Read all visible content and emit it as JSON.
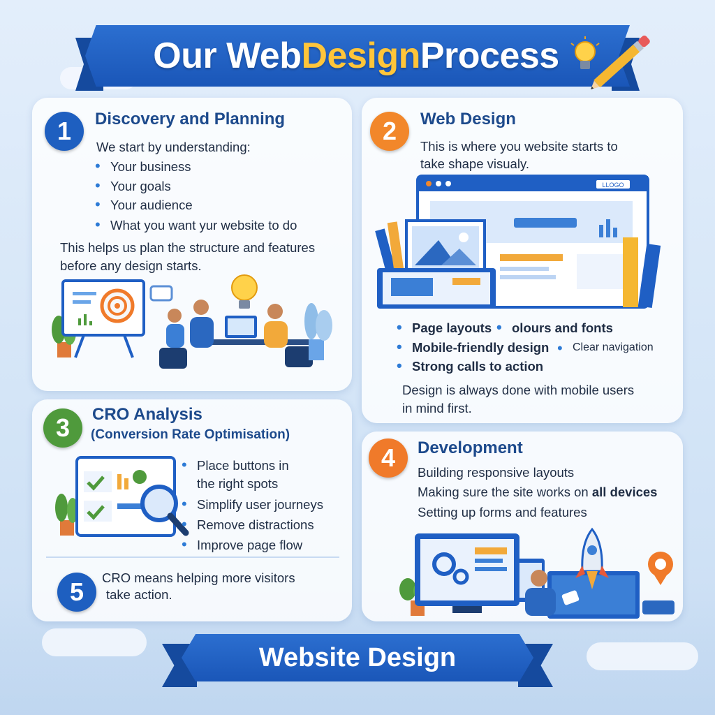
{
  "title": {
    "part1": "Our Web ",
    "highlight": "Design",
    "part2": " Process"
  },
  "footer_banner": "Website Design",
  "colors": {
    "brand_blue": "#1f5fc4",
    "accent_yellow": "#ffc53a",
    "step1": "#1e5fc0",
    "step2": "#f2872a",
    "step3": "#4f9a3c",
    "step4": "#f07a2a",
    "step5": "#1e5fc0"
  },
  "steps": {
    "discovery": {
      "number": "1",
      "heading": "Discovery and Planning",
      "intro": "We start by understanding:",
      "bullets": [
        "Your business",
        "Your goals",
        "Your audience",
        "What you want yur website to do"
      ],
      "summary_line1": "This helps us plan the structure and features",
      "summary_line2": "before any design starts.",
      "illustration": "team-meeting-illustration"
    },
    "design": {
      "number": "2",
      "heading": "Web Design",
      "intro_line1": "This is where you website starts to",
      "intro_line2": "take shape visualy.",
      "mockup_logo": "LLOGO",
      "bullets": [
        "Page layouts",
        "olours and fonts",
        "Mobile-friendly design",
        "Clear navigation",
        "Strong calls to action"
      ],
      "summary_line1": "Design is always done with mobile users",
      "summary_line2": "in mind first.",
      "illustration": "website-mockup-illustration"
    },
    "cro": {
      "number": "3",
      "heading": "CRO Analysis",
      "subheading": "(Conversion Rate Optimisation)",
      "bullets": [
        "Place buttons in",
        "the right spots",
        "Simplify user journeys",
        "Remove distractions",
        "Improve page flow"
      ],
      "illustration": "checklist-magnifier-illustration"
    },
    "note": {
      "number": "5",
      "line1": "CRO means helping more visitors",
      "line2": "take action."
    },
    "development": {
      "number": "4",
      "heading": "Development",
      "line1": "Building responsive layouts",
      "line2_regular": "Making sure the site works on ",
      "line2_bold": "all devices",
      "line3": "Setting up forms and features",
      "illustration": "developer-devices-rocket-illustration"
    }
  }
}
